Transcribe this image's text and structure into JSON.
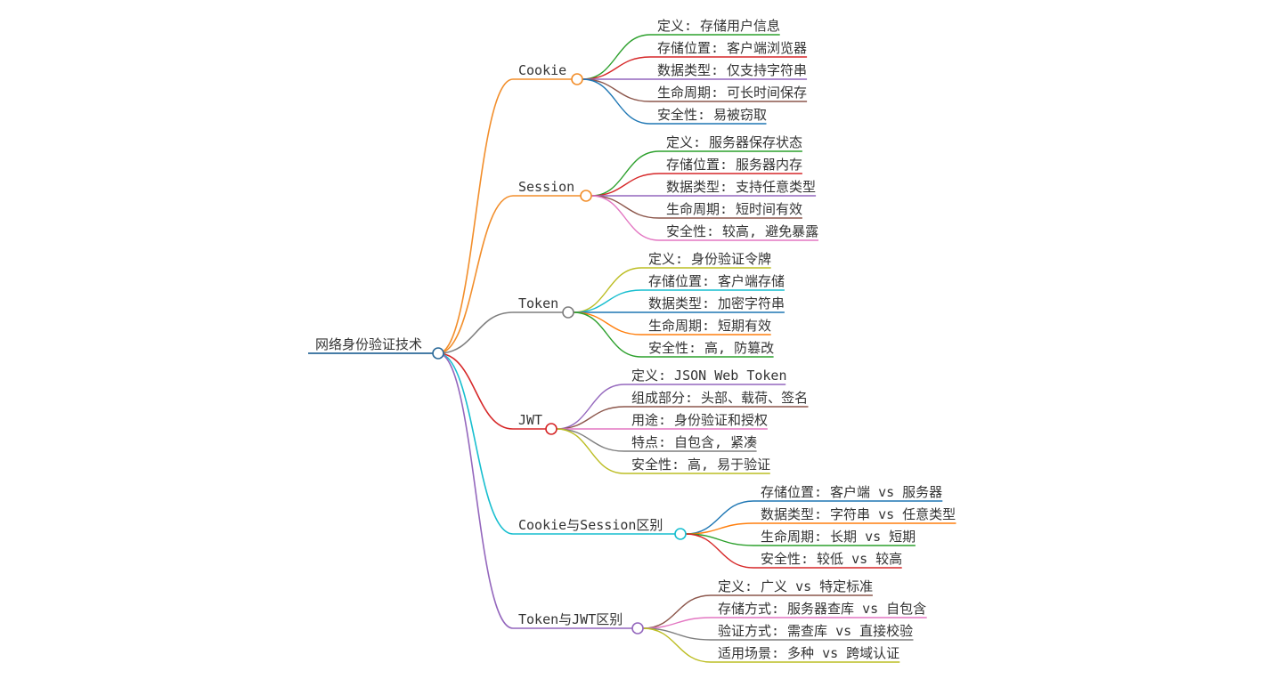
{
  "root": {
    "label": "网络身份验证技术",
    "color": "#2b6a99"
  },
  "branches": [
    {
      "label": "Cookie",
      "color": "#f28e2b",
      "children": [
        {
          "label": "定义: 存储用户信息",
          "color": "#2ca02c"
        },
        {
          "label": "存储位置: 客户端浏览器",
          "color": "#d62728"
        },
        {
          "label": "数据类型: 仅支持字符串",
          "color": "#9467bd"
        },
        {
          "label": "生命周期: 可长时间保存",
          "color": "#8c564b"
        },
        {
          "label": "安全性: 易被窃取",
          "color": "#1f77b4"
        }
      ]
    },
    {
      "label": "Session",
      "color": "#f28e2b",
      "children": [
        {
          "label": "定义: 服务器保存状态",
          "color": "#2ca02c"
        },
        {
          "label": "存储位置: 服务器内存",
          "color": "#d62728"
        },
        {
          "label": "数据类型: 支持任意类型",
          "color": "#9467bd"
        },
        {
          "label": "生命周期: 短时间有效",
          "color": "#8c564b"
        },
        {
          "label": "安全性: 较高, 避免暴露",
          "color": "#e377c2"
        }
      ]
    },
    {
      "label": "Token",
      "color": "#7f7f7f",
      "children": [
        {
          "label": "定义: 身份验证令牌",
          "color": "#bcbd22"
        },
        {
          "label": "存储位置: 客户端存储",
          "color": "#17becf"
        },
        {
          "label": "数据类型: 加密字符串",
          "color": "#1f77b4"
        },
        {
          "label": "生命周期: 短期有效",
          "color": "#ff7f0e"
        },
        {
          "label": "安全性: 高, 防篡改",
          "color": "#2ca02c"
        }
      ]
    },
    {
      "label": "JWT",
      "color": "#d62728",
      "children": [
        {
          "label": "定义: JSON Web Token",
          "color": "#9467bd"
        },
        {
          "label": "组成部分: 头部、载荷、签名",
          "color": "#8c564b"
        },
        {
          "label": "用途: 身份验证和授权",
          "color": "#e377c2"
        },
        {
          "label": "特点: 自包含, 紧凑",
          "color": "#7f7f7f"
        },
        {
          "label": "安全性: 高, 易于验证",
          "color": "#bcbd22"
        }
      ]
    },
    {
      "label": "Cookie与Session区别",
      "color": "#17becf",
      "children": [
        {
          "label": "存储位置: 客户端 vs 服务器",
          "color": "#1f77b4"
        },
        {
          "label": "数据类型: 字符串 vs 任意类型",
          "color": "#ff7f0e"
        },
        {
          "label": "生命周期: 长期 vs 短期",
          "color": "#2ca02c"
        },
        {
          "label": "安全性: 较低 vs 较高",
          "color": "#d62728"
        }
      ]
    },
    {
      "label": "Token与JWT区别",
      "color": "#9467bd",
      "children": [
        {
          "label": "定义: 广义 vs 特定标准",
          "color": "#8c564b"
        },
        {
          "label": "存储方式: 服务器查库 vs 自包含",
          "color": "#e377c2"
        },
        {
          "label": "验证方式: 需查库 vs 直接校验",
          "color": "#7f7f7f"
        },
        {
          "label": "适用场景: 多种 vs 跨域认证",
          "color": "#bcbd22"
        }
      ]
    }
  ]
}
